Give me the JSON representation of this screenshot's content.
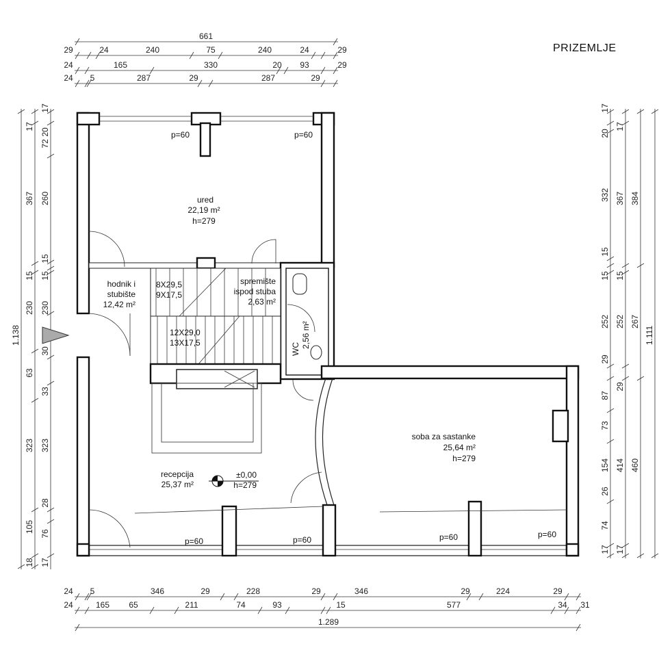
{
  "title": "PRIZEMLJE",
  "dimensions": {
    "top": [
      [
        "661"
      ],
      [
        "29",
        "24",
        "240",
        "75",
        "240",
        "24",
        "29"
      ],
      [
        "24",
        "165",
        "330",
        "20",
        "93",
        "29"
      ],
      [
        "24",
        "5",
        "287",
        "29",
        "287",
        "29"
      ]
    ],
    "left": [
      [
        "1.138"
      ],
      [
        "17",
        "367",
        "15",
        "230",
        "63",
        "323",
        "105",
        "18"
      ],
      [
        "17",
        "20",
        "72",
        "260",
        "15",
        "15",
        "230",
        "30",
        "33",
        "323",
        "28",
        "76",
        "17"
      ]
    ],
    "right": [
      [
        "17",
        "20",
        "332",
        "15",
        "15",
        "252",
        "29",
        "87",
        "73",
        "154",
        "26",
        "74",
        "17"
      ],
      [
        "17",
        "367",
        "15",
        "252",
        "29",
        "414",
        "17"
      ],
      [
        "384",
        "267",
        "460"
      ],
      [
        "1.111"
      ]
    ],
    "bottom": [
      [
        "24",
        "5",
        "346",
        "29",
        "228",
        "29",
        "346",
        "29",
        "224",
        "29"
      ],
      [
        "24",
        "165",
        "65",
        "211",
        "74",
        "93",
        "15",
        "577",
        "34",
        "31"
      ],
      [
        "1.289"
      ]
    ]
  },
  "rooms": {
    "ured": {
      "name": "ured",
      "area": "22,19 m²",
      "height": "h=279"
    },
    "hodnik": {
      "name1": "hodnik i",
      "name2": "stubište",
      "area": "12,42 m²"
    },
    "spremiste": {
      "name1": "spremište",
      "name2": "ispod stuba",
      "area": "2,63 m²"
    },
    "wc": {
      "name": "WC",
      "area": "2,56 m²"
    },
    "recepcija": {
      "name": "recepcija",
      "area": "25,37 m²"
    },
    "soba": {
      "name": "soba za sastanke",
      "area": "25,64 m²",
      "height": "h=279"
    }
  },
  "stairs": {
    "upper1": "8X29,5",
    "upper2": "9X17,5",
    "lower1": "12X29,0",
    "lower2": "13X17,5"
  },
  "level": {
    "elevation": "±0,00",
    "height": "h=279"
  },
  "windows": [
    "p=60",
    "p=60",
    "p=60",
    "p=60",
    "p=60",
    "p=60"
  ]
}
